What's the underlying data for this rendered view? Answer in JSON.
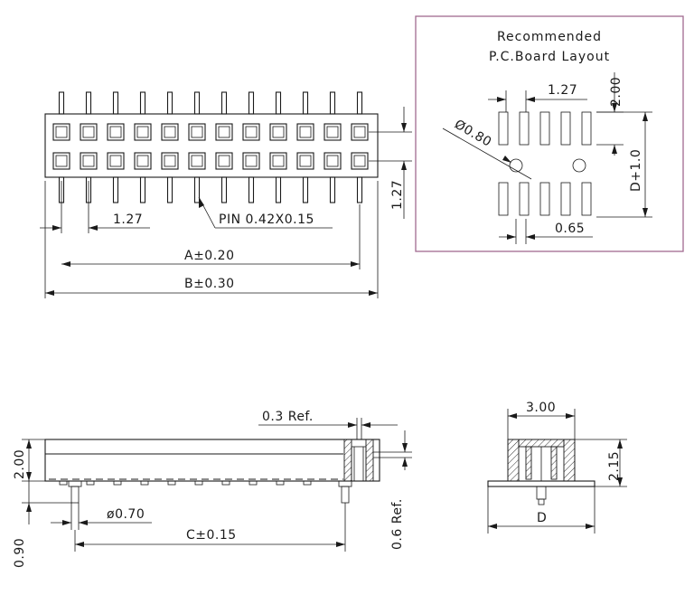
{
  "layout_panel": {
    "title_line1": "Recommended",
    "title_line2": "P.C.Board  Layout",
    "pitch": "1.27",
    "pad_length": "2.00",
    "hole_dia": "Ø0.80",
    "row_spacing": "D+1.0",
    "pad_width": "0.65",
    "border_color": "#a06a90"
  },
  "top_view": {
    "pitch": "1.27",
    "pin_note": "PIN  0.42X0.15",
    "dim_a": "A±0.20",
    "dim_b": "B±0.30",
    "row_pitch": "1.27",
    "pins_per_row": 12
  },
  "side_view": {
    "ref_top": "0.3  Ref.",
    "height": "2.00",
    "tail": "0.90",
    "post_dia": "ø0.70",
    "dim_c": "C±0.15",
    "ref_side": "0.6  Ref."
  },
  "end_view": {
    "width": "3.00",
    "height": "2.15",
    "dim_d": "D"
  }
}
